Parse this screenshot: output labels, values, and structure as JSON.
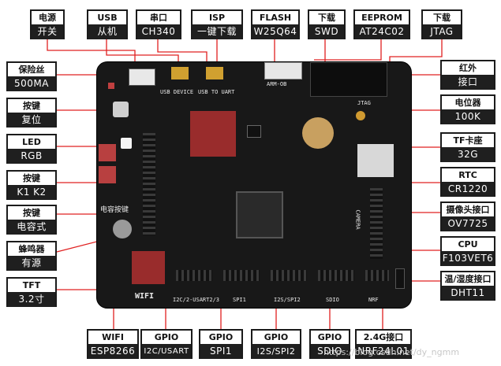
{
  "labels": {
    "power": {
      "title": "电源",
      "value": "开关"
    },
    "usb": {
      "title": "USB",
      "value": "从机"
    },
    "serial": {
      "title": "串口",
      "value": "CH340"
    },
    "isp": {
      "title": "ISP",
      "value": "一键下载"
    },
    "flash": {
      "title": "FLASH",
      "value": "W25Q64"
    },
    "swd": {
      "title": "下载",
      "value": "SWD"
    },
    "eeprom": {
      "title": "EEPROM",
      "value": "AT24C02"
    },
    "jtag": {
      "title": "下载",
      "value": "JTAG"
    },
    "fuse": {
      "title": "保险丝",
      "value": "500MA"
    },
    "reset": {
      "title": "按键",
      "value": "复位"
    },
    "led": {
      "title": "LED",
      "value": "RGB"
    },
    "keys": {
      "title": "按键",
      "value": "K1 K2"
    },
    "cap": {
      "title": "按键",
      "value": "电容式"
    },
    "buzzer": {
      "title": "蜂鸣器",
      "value": "有源"
    },
    "tft": {
      "title": "TFT",
      "value": "3.2寸"
    },
    "ir": {
      "title": "红外",
      "value": "接口"
    },
    "pot": {
      "title": "电位器",
      "value": "100K"
    },
    "tf": {
      "title": "TF卡座",
      "value": "32G"
    },
    "rtc": {
      "title": "RTC",
      "value": "CR1220"
    },
    "camera": {
      "title": "摄像头接口",
      "value": "OV7725"
    },
    "cpu": {
      "title": "CPU",
      "value": "F103VET6"
    },
    "dht": {
      "title": "温/湿度接口",
      "value": "DHT11"
    },
    "wifi": {
      "title": "WIFI",
      "value": "ESP8266"
    },
    "gpio1": {
      "title": "GPIO",
      "value": "I2C/USART"
    },
    "gpio2": {
      "title": "GPIO",
      "value": "SPI1"
    },
    "gpio3": {
      "title": "GPIO",
      "value": "I2S/SPI2"
    },
    "gpio4": {
      "title": "GPIO",
      "value": "SDIO"
    },
    "nrf": {
      "title": "2.4G接口",
      "value": "NRF24L01"
    }
  },
  "board_silk": {
    "usb_device": "USB DEVICE",
    "usb_to_uart": "USB TO UART",
    "jtag": "JTAG",
    "camera": "CAMERA",
    "wifi": "WIFI",
    "i2c_usart": "I2C/2-USART2/3",
    "spi1": "SPI1",
    "i2s_spi2": "I2S/SPI2",
    "sdio": "SDIO",
    "nrf": "NRF",
    "arm": "ARM-OB",
    "cap_key": "电容按键"
  },
  "watermark": "https://blog.csdn.net/dy_ngmm",
  "colors": {
    "label_bar": "#1f1f1f",
    "leader": "#e02020",
    "board": "#181818"
  }
}
